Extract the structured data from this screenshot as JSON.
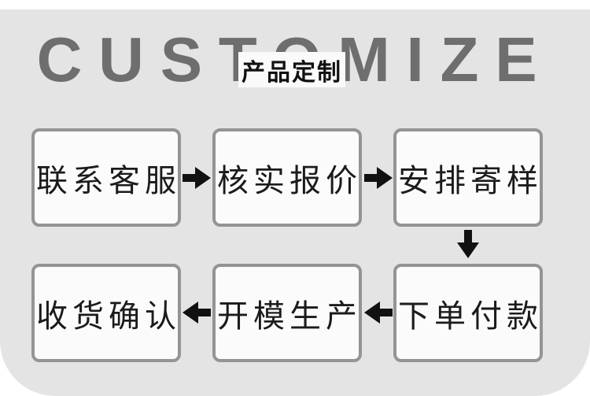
{
  "colors": {
    "panel_background": "#e4e4e4",
    "watermark_text": "#6e6e6e",
    "box_border": "#949494",
    "box_fill": "#fbfbfb",
    "step_text": "#1b1b1b",
    "title_text": "#111111",
    "title_box_fill": "#fafafa",
    "arrow": "#111111"
  },
  "header": {
    "watermark": "CUSTOMIZE",
    "title": "产品定制"
  },
  "steps": {
    "contact": "联系客服",
    "quote": "核实报价",
    "sample": "安排寄样",
    "order": "下单付款",
    "production": "开模生产",
    "receipt": "收货确认"
  },
  "flow_sequence": [
    "联系客服",
    "核实报价",
    "安排寄样",
    "下单付款",
    "开模生产",
    "收货确认"
  ],
  "arrows": [
    {
      "from": "联系客服",
      "to": "核实报价",
      "direction": "right"
    },
    {
      "from": "核实报价",
      "to": "安排寄样",
      "direction": "right"
    },
    {
      "from": "安排寄样",
      "to": "下单付款",
      "direction": "down"
    },
    {
      "from": "下单付款",
      "to": "开模生产",
      "direction": "left"
    },
    {
      "from": "开模生产",
      "to": "收货确认",
      "direction": "left"
    }
  ]
}
